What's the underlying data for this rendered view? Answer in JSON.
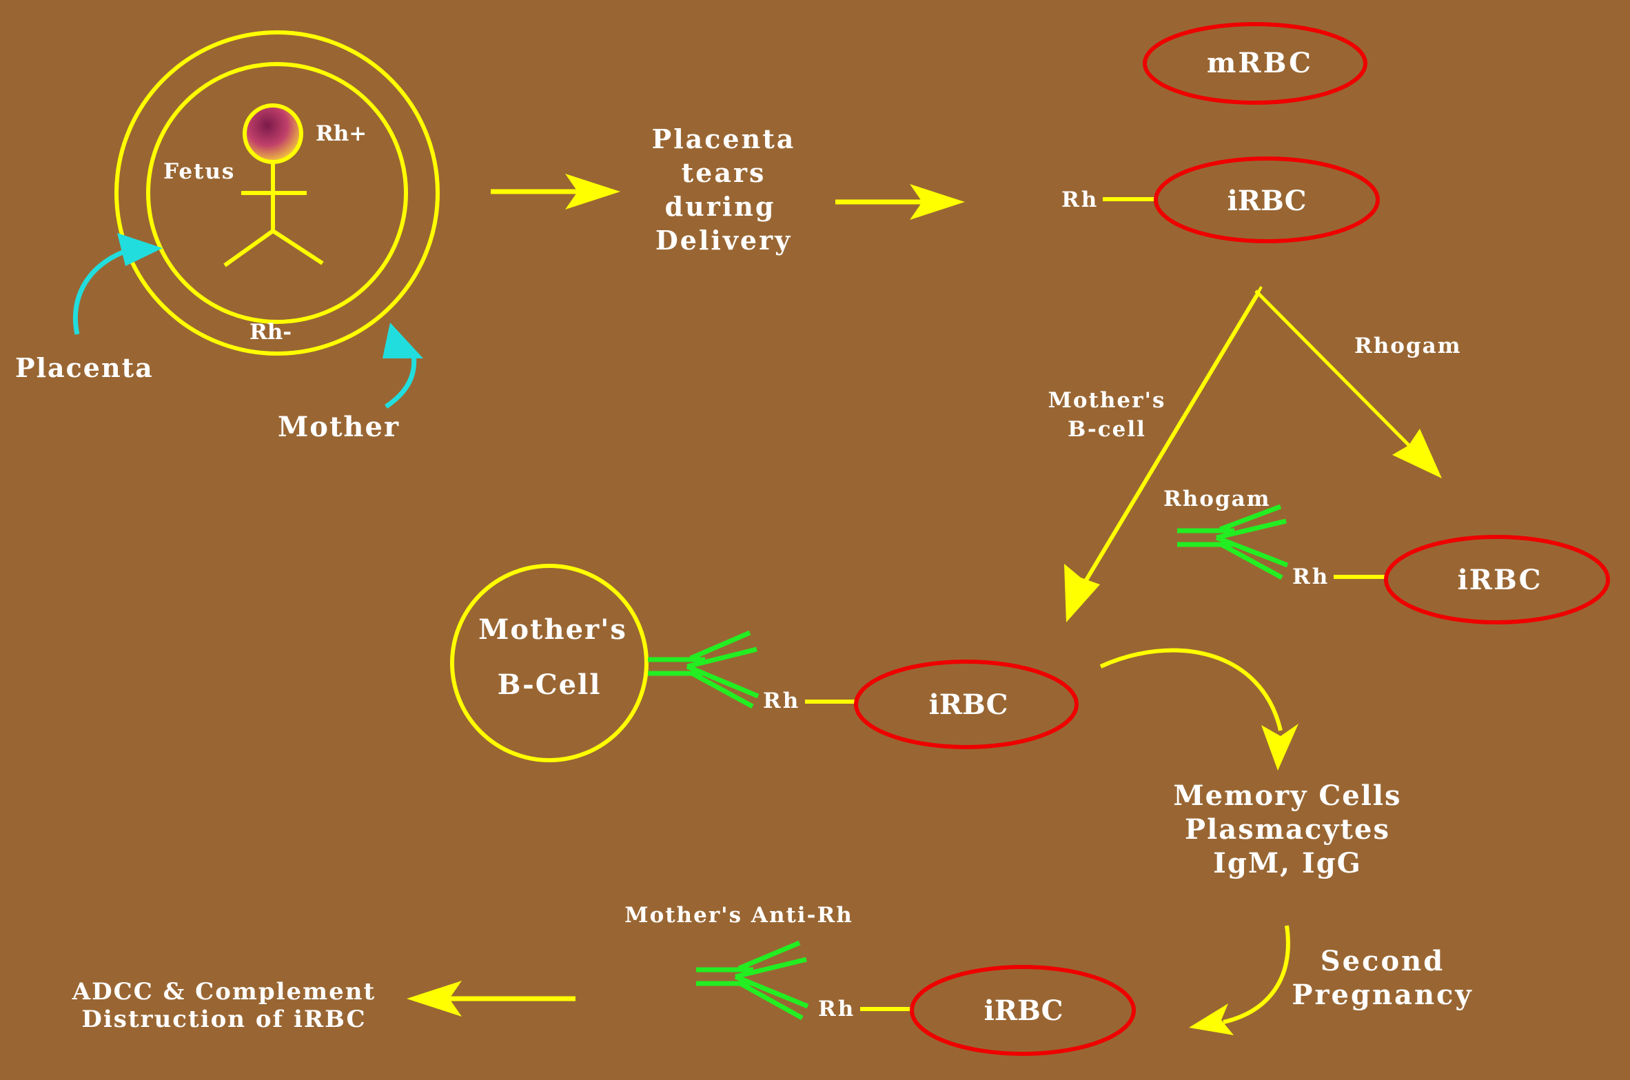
{
  "colors": {
    "background": "#996633",
    "yellow": "#ffff00",
    "red": "#ee0000",
    "green": "#22ee22",
    "cyan": "#22dddd",
    "text": "#ffffff"
  },
  "labels": {
    "fetus": "Fetus",
    "rh_pos": "Rh+",
    "rh_neg": "Rh-",
    "placenta": "Placenta",
    "mother": "Mother",
    "placenta_tears": [
      "Placenta",
      "tears",
      "during",
      "Delivery"
    ],
    "mrbc": "mRBC",
    "rh_top": "Rh",
    "irbc_top": "iRBC",
    "rhogam_branch": "Rhogam",
    "mothers_bcell_branch": [
      "Mother's",
      "B-cell"
    ],
    "rhogam_antibody": "Rhogam",
    "rh_rhogam": "Rh",
    "irbc_rhogam": "iRBC",
    "mothers_bcell": [
      "Mother's",
      "B-Cell"
    ],
    "rh_bcell": "Rh",
    "irbc_bcell": "iRBC",
    "memory": [
      "Memory Cells",
      "Plasmacytes",
      "IgM, IgG"
    ],
    "second_pregnancy": [
      "Second",
      "Pregnancy"
    ],
    "anti_rh": "Mother's Anti-Rh",
    "rh_bottom": "Rh",
    "irbc_bottom": "iRBC",
    "adcc": [
      "ADCC & Complement",
      "Distruction of iRBC"
    ]
  }
}
